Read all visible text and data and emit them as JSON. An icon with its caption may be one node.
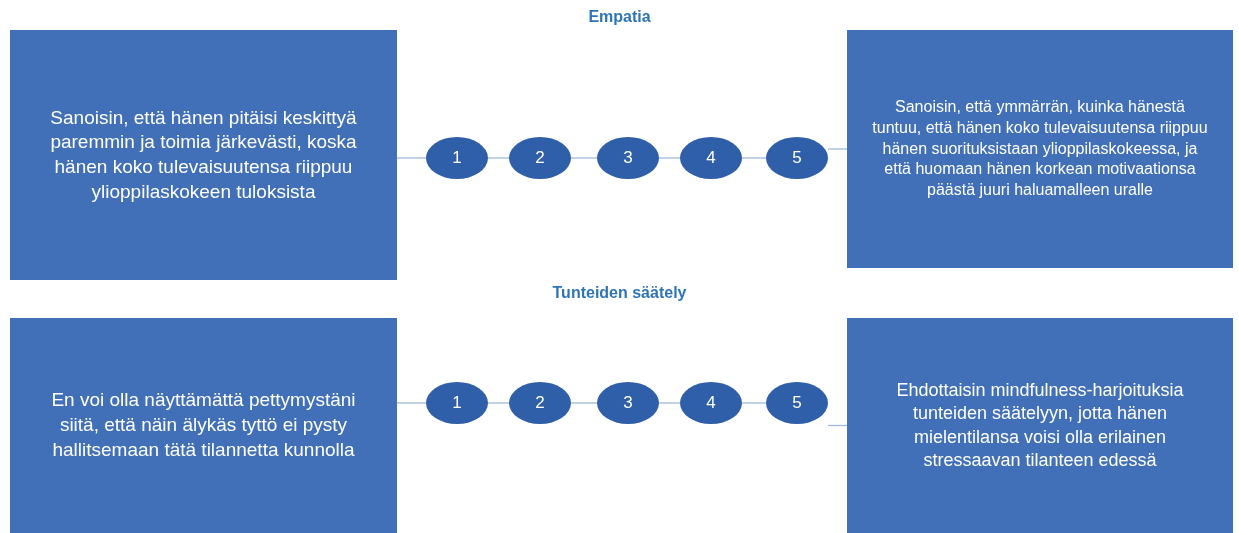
{
  "diagram": {
    "nodes": [
      {
        "text": [
          "Sanoisin, että hänen pitäisi keskittyä paremmin ja toimia järkevästi, koska hänen koko tulevaisuutensa riippuu ylioppilaskokeen tuloksista"
        ]
      },
      {
        "text": [
          "1"
        ]
      },
      {
        "text": [
          "2"
        ]
      },
      {
        "text": [
          "3"
        ]
      },
      {
        "text": [
          "4"
        ]
      },
      {
        "text": [
          "5"
        ]
      },
      {
        "text": [
          "Sanoisin, että ymmärrän, kuinka hänestä tuntuu, että hänen koko tulevaisuutensa riippuu hänen suorituksistaan ylioppilaskokeessa, ja että huomaan hänen korkean motivaationsa päästä juuri haluamalleen uralle"
        ]
      },
      {
        "text": [
          "En voi olla näyttämättä pettymystäni siitä, että näin älykäs tyttö ei pysty hallitsemaan tätä tilannetta kunnolla"
        ]
      },
      {
        "text": [
          "1"
        ]
      },
      {
        "text": [
          "2"
        ]
      },
      {
        "text": [
          "3"
        ]
      },
      {
        "text": [
          "4"
        ]
      },
      {
        "text": [
          "5"
        ]
      },
      {
        "text": [
          "Ehdottaisin mindfulness-harjoituksia tunteiden säätelyyn, jotta hänen mielentilansa voisi olla erilainen stressaavan tilanteen edessä"
        ]
      }
    ],
    "edges": [
      {
        "from": 0,
        "to": 1,
        "arrow": "none"
      },
      {
        "from": 1,
        "to": 2,
        "arrow": "none"
      },
      {
        "from": 2,
        "to": 3,
        "arrow": "none"
      },
      {
        "from": 3,
        "to": 4,
        "arrow": "none"
      },
      {
        "from": 4,
        "to": 5,
        "arrow": "none"
      },
      {
        "from": 5,
        "to": 6,
        "arrow": "none"
      },
      {
        "from": 7,
        "to": 8,
        "arrow": "none"
      },
      {
        "from": 8,
        "to": 9,
        "arrow": "none"
      },
      {
        "from": 9,
        "to": 10,
        "arrow": "none"
      },
      {
        "from": 10,
        "to": 11,
        "arrow": "none"
      },
      {
        "from": 11,
        "to": 12,
        "arrow": "none"
      },
      {
        "from": 12,
        "to": 13,
        "arrow": "none"
      }
    ],
    "labels": [
      "Empatia",
      "Tunteiden säätely"
    ]
  }
}
